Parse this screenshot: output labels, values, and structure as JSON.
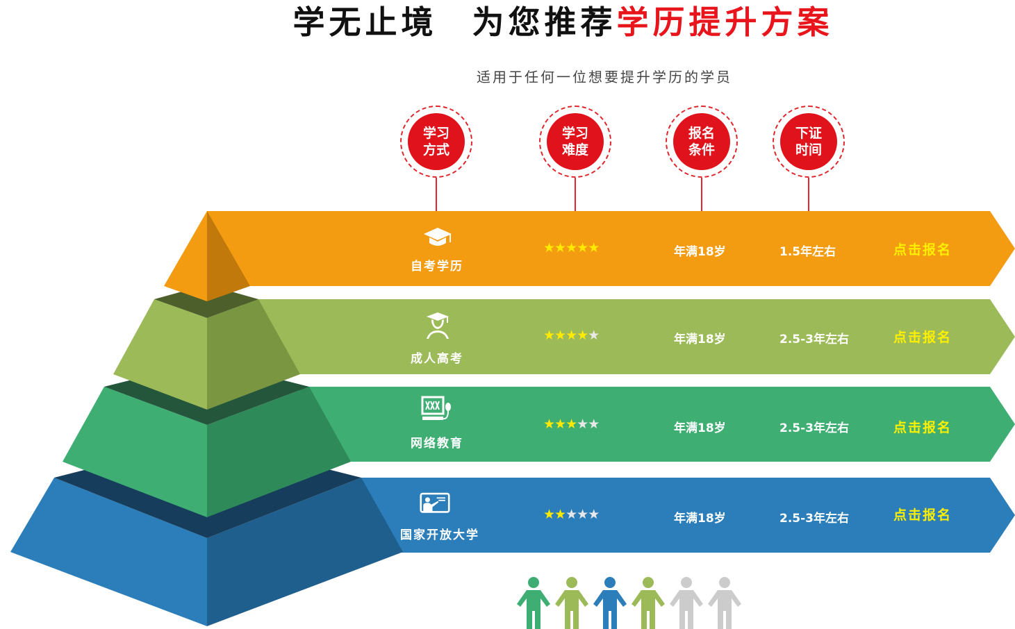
{
  "header": {
    "title_part1": "学无止境",
    "title_part2": "为您推荐",
    "title_highlight": "学历提升方案",
    "subtitle": "适用于任何一位想要提升学历的学员"
  },
  "columns": [
    {
      "label": "学习方式"
    },
    {
      "label": "学习难度"
    },
    {
      "label": "报名条件"
    },
    {
      "label": "下证时间"
    }
  ],
  "rows": [
    {
      "name": "自考学历",
      "icon": "graduation-cap-icon",
      "stars": 5,
      "condition": "年满18岁",
      "time": "1.5年左右",
      "action": "点击报名",
      "color": "#f39c12"
    },
    {
      "name": "成人高考",
      "icon": "graduate-person-icon",
      "stars": 4,
      "condition": "年满18岁",
      "time": "2.5-3年左右",
      "action": "点击报名",
      "color": "#9cbb58"
    },
    {
      "name": "网络教育",
      "icon": "computer-icon",
      "stars": 3,
      "condition": "年满18岁",
      "time": "2.5-3年左右",
      "action": "点击报名",
      "color": "#3fae73"
    },
    {
      "name": "国家开放大学",
      "icon": "teacher-board-icon",
      "stars": 2,
      "condition": "年满18岁",
      "time": "2.5-3年左右",
      "action": "点击报名",
      "color": "#2b7eba"
    }
  ],
  "people_icons": [
    {
      "icon": "person-icon",
      "color": "#3fae73"
    },
    {
      "icon": "person-icon",
      "color": "#9cbb58"
    },
    {
      "icon": "person-icon",
      "color": "#2b7eba"
    },
    {
      "icon": "person-icon",
      "color": "#9cbb58"
    },
    {
      "icon": "person-icon",
      "color": "#cccccc"
    },
    {
      "icon": "person-icon",
      "color": "#cccccc"
    }
  ],
  "star_char": "★"
}
